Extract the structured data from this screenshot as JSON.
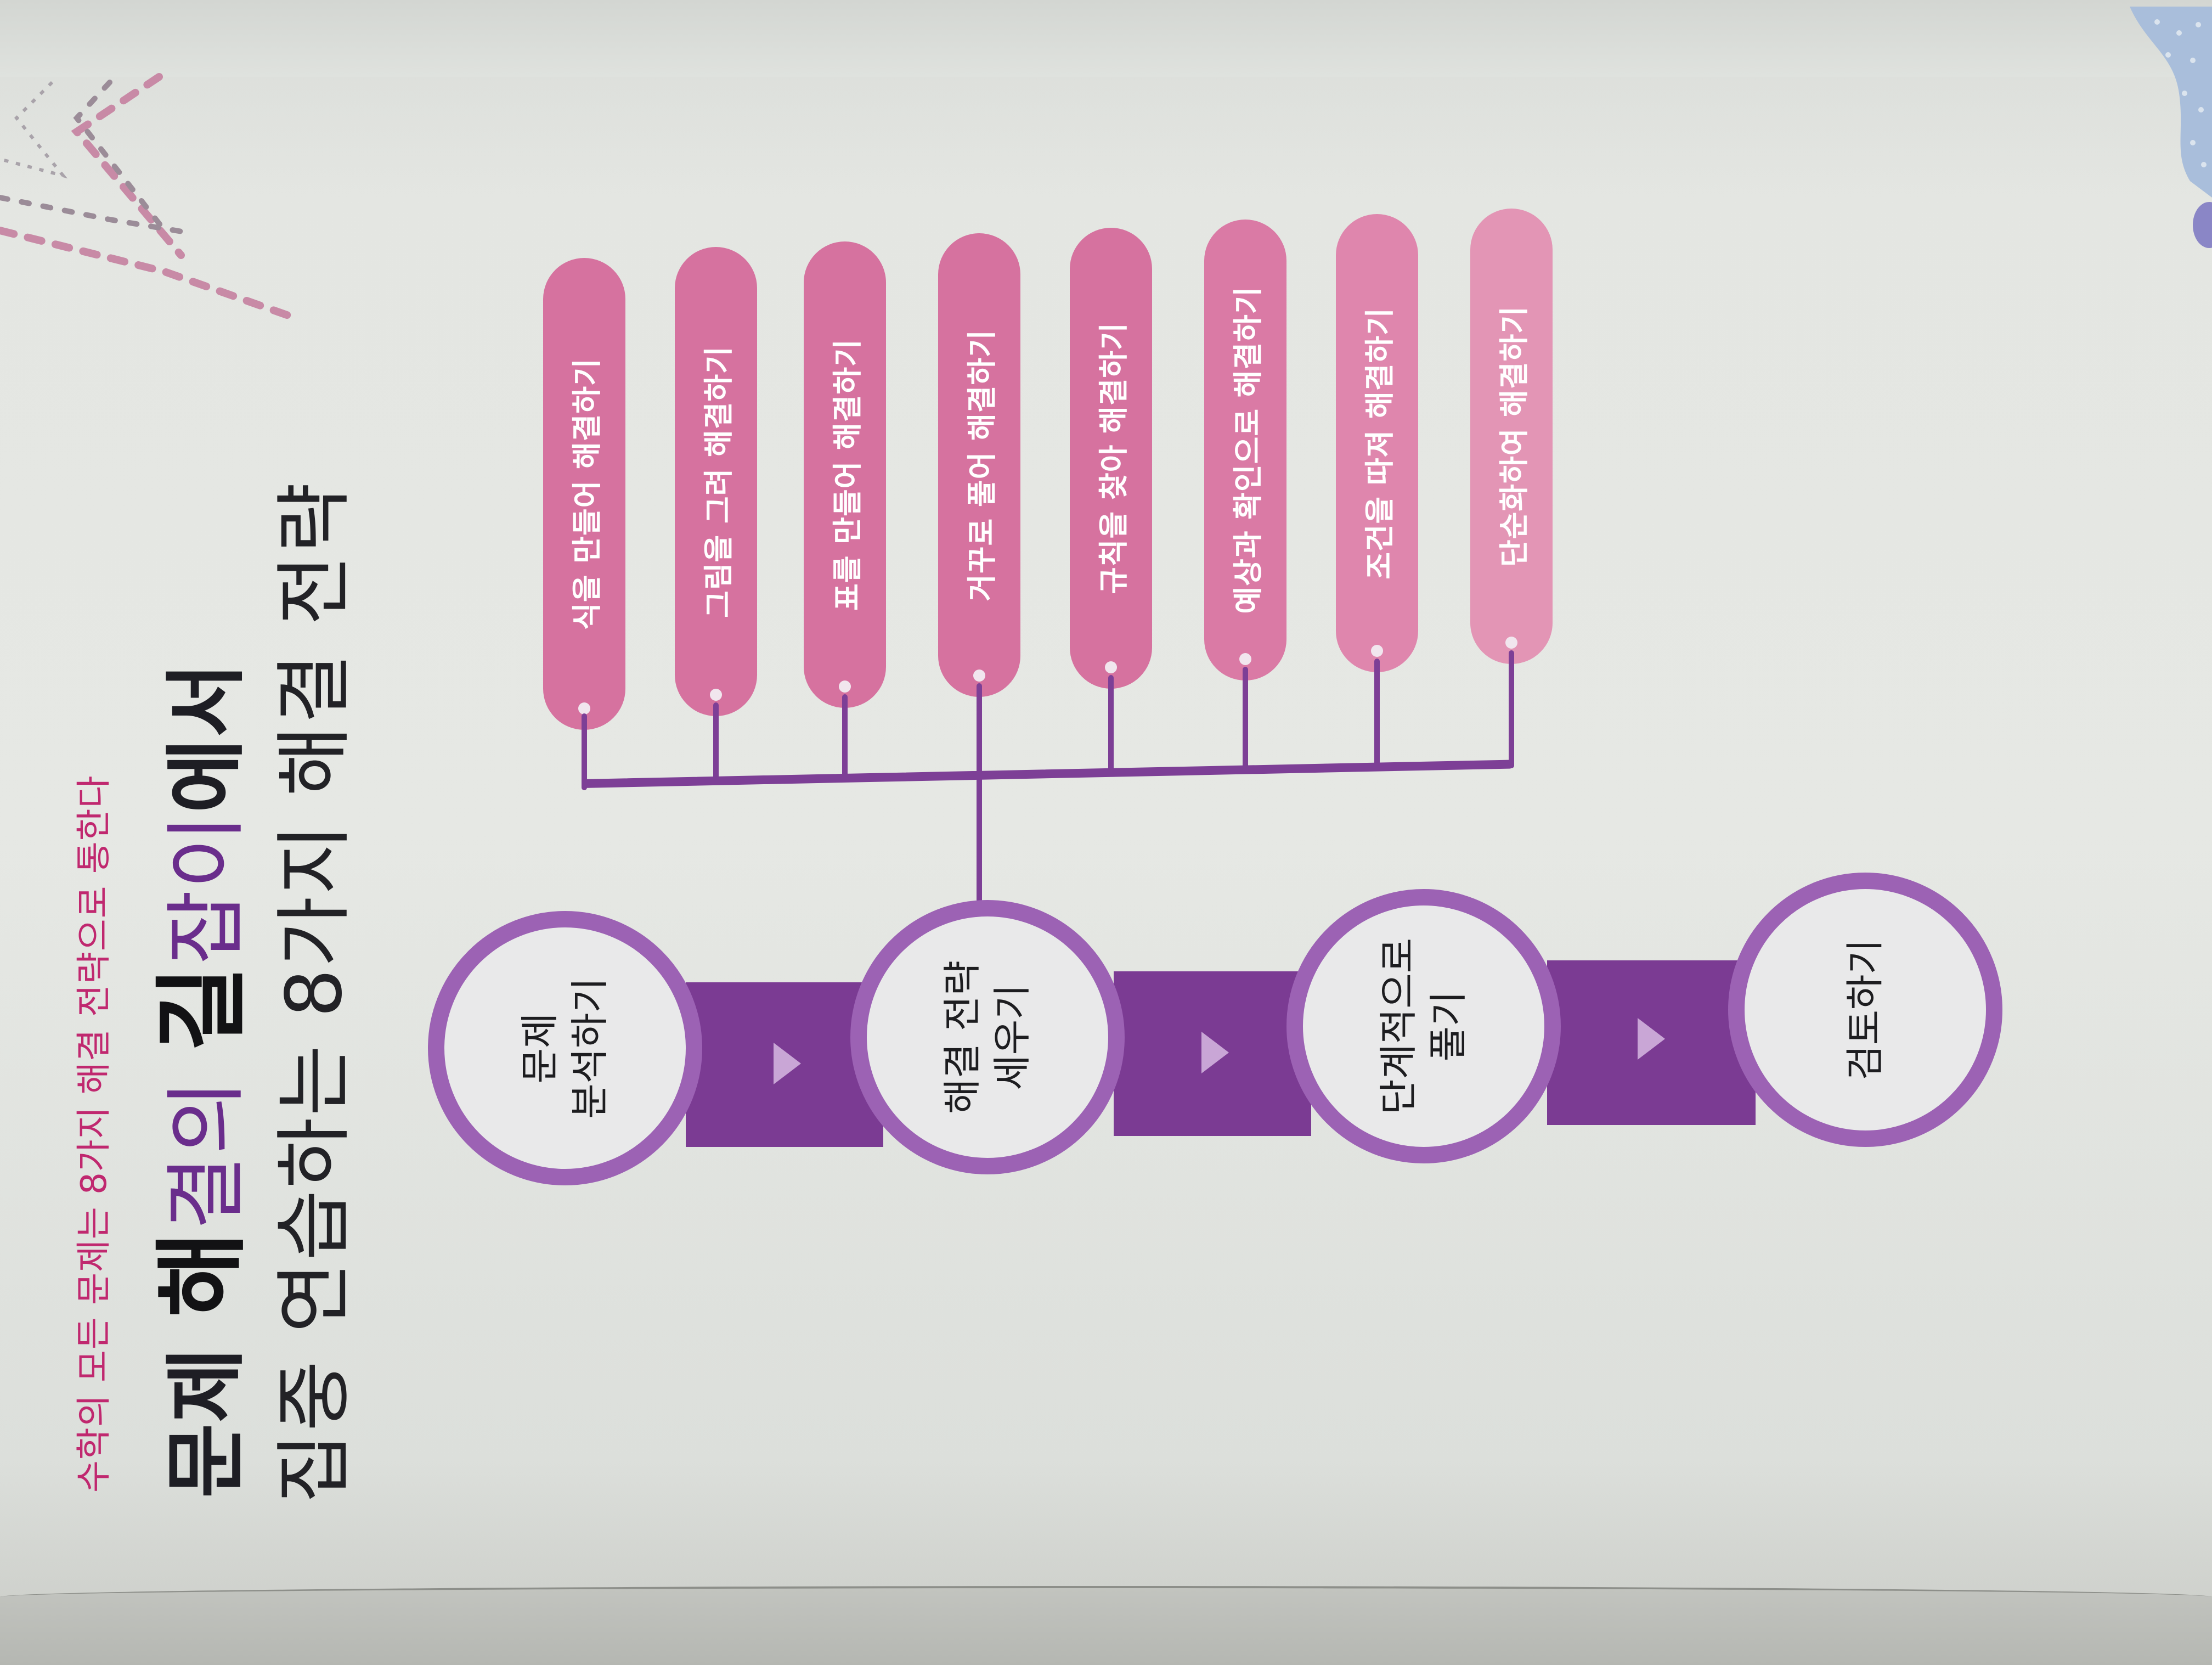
{
  "header": {
    "subtitle": "수학의 모든 문제는 8가지 해결 전략으로 통한다",
    "title_line1": {
      "prefix": "문제 ",
      "emph1": "해",
      "mid1": "결의 ",
      "emph2": "길",
      "mid2": "잡이",
      "suffix": "에서"
    },
    "title_line2": "집중 연습하는 8가지 해결 전략"
  },
  "process_steps": [
    {
      "line1": "문제",
      "line2": "분석하기"
    },
    {
      "line1": "해결 전략",
      "line2": "세우기"
    },
    {
      "line1": "단계적으로",
      "line2": "풀기"
    },
    {
      "line1": "검토하기",
      "line2": ""
    }
  ],
  "strategies": [
    "식을 만들어 해결하기",
    "그림을 그려 해결하기",
    "표를 만들어 해결하기",
    "거꾸로 풀어 해결하기",
    "규칙을 찾아 해결하기",
    "예상과 확인으로 해결하기",
    "조건을 따져 해결하기",
    "단순화하여 해결하기"
  ],
  "colors": {
    "pill_pink": "#d6729f",
    "connector_purple": "#7d3f96",
    "circle_ring": "#9c62b4",
    "subtitle_magenta": "#c0286f",
    "title_dark": "#1e1e24"
  },
  "icons": {
    "step_arrow": "right-triangle-arrow"
  }
}
